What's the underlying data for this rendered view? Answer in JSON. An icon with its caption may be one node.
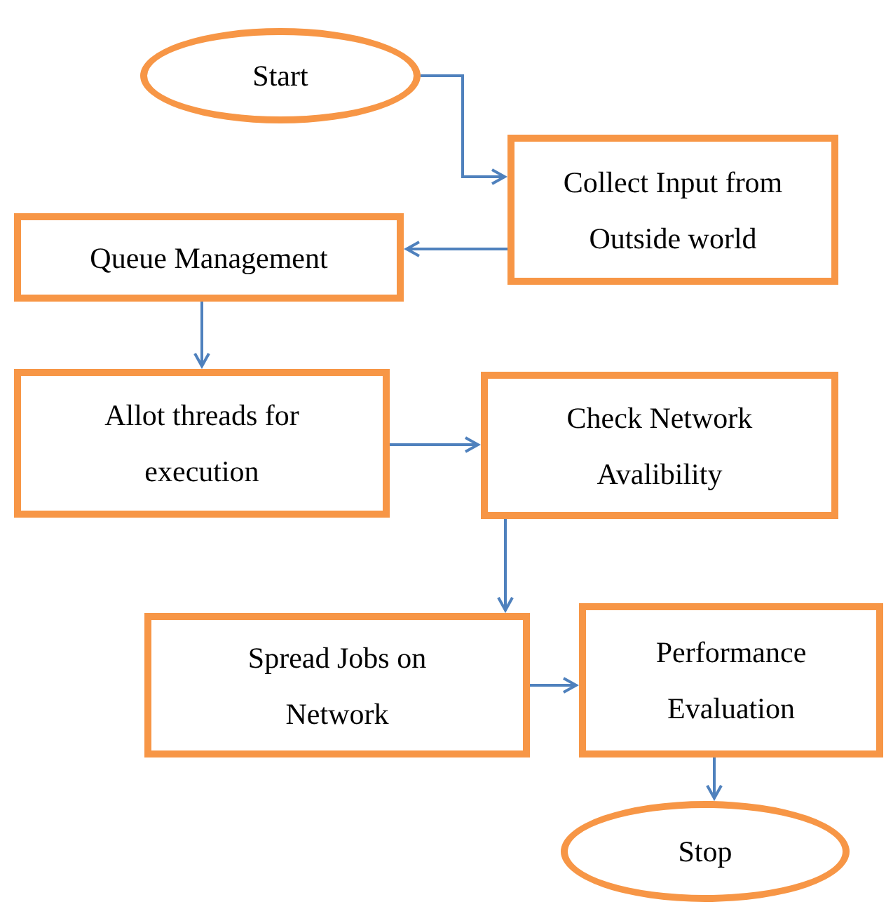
{
  "diagram": {
    "nodes": [
      {
        "text": [
          "Start"
        ]
      },
      {
        "text": [
          "Collect Input from Outside world"
        ]
      },
      {
        "text": [
          "Queue Management"
        ]
      },
      {
        "text": [
          "Allot threads for execution"
        ]
      },
      {
        "text": [
          "Check Network Avalibility"
        ]
      },
      {
        "text": [
          "Spread Jobs on Network"
        ]
      },
      {
        "text": [
          "Performance Evaluation"
        ]
      },
      {
        "text": [
          "Stop"
        ]
      }
    ],
    "edges": [
      {
        "from": 0,
        "to": 1,
        "arrow": "to"
      },
      {
        "from": 1,
        "to": 2,
        "arrow": "to"
      },
      {
        "from": 2,
        "to": 3,
        "arrow": "to"
      },
      {
        "from": 3,
        "to": 4,
        "arrow": "to"
      },
      {
        "from": 4,
        "to": 5,
        "arrow": "to"
      },
      {
        "from": 5,
        "to": 6,
        "arrow": "to"
      },
      {
        "from": 6,
        "to": 7,
        "arrow": "to"
      }
    ]
  }
}
